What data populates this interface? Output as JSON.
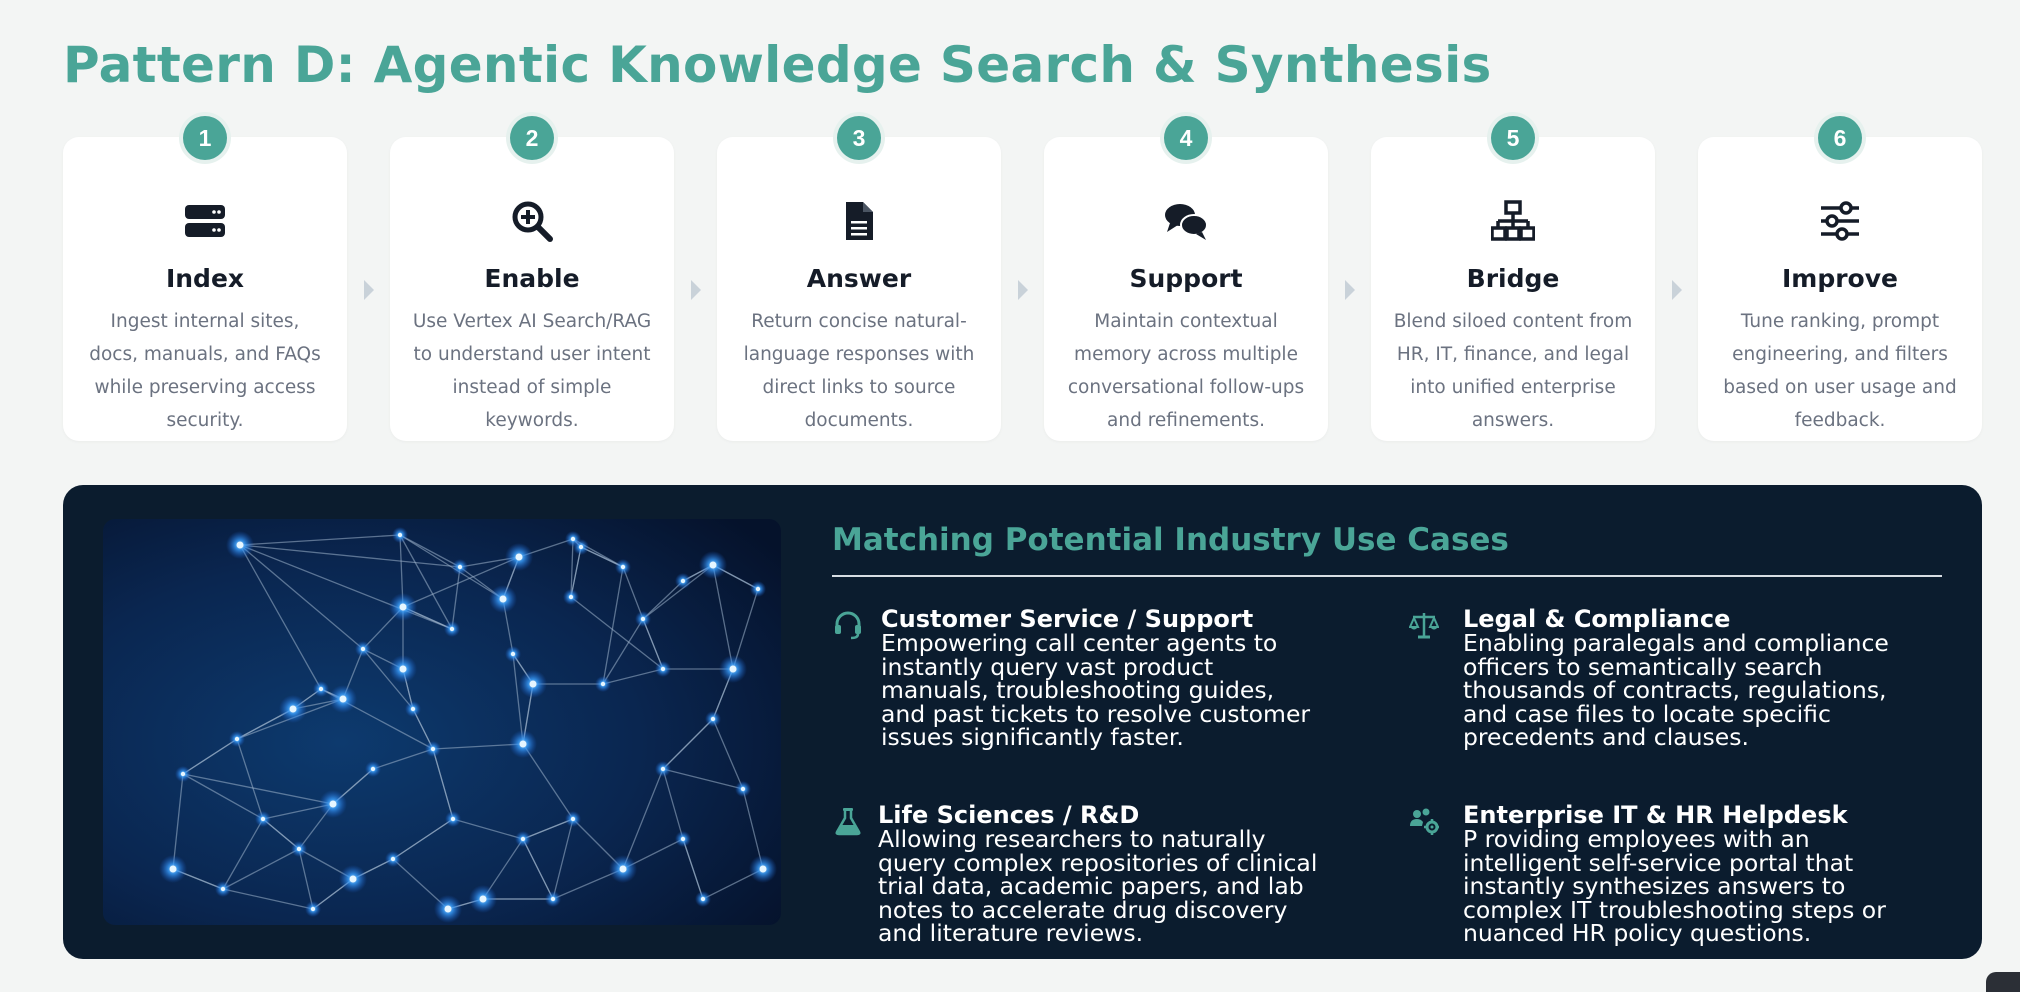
{
  "page": {
    "title": "Pattern D: Agentic Knowledge Search & Synthesis"
  },
  "colors": {
    "accent": "#4aa597",
    "panel_bg": "#0b1c2e",
    "card_bg": "#ffffff",
    "page_bg": "#f3f5f4"
  },
  "steps": [
    {
      "num": "1",
      "icon": "server-icon",
      "title": "Index",
      "desc": "Ingest internal sites, docs, manuals, and FAQs while preserving access security."
    },
    {
      "num": "2",
      "icon": "search-plus-icon",
      "title": "Enable",
      "desc": "Use Vertex AI Search/RAG to understand user intent instead of simple keywords."
    },
    {
      "num": "3",
      "icon": "document-icon",
      "title": "Answer",
      "desc": "Return concise natural-language responses with direct links to source documents."
    },
    {
      "num": "4",
      "icon": "chat-bubbles-icon",
      "title": "Support",
      "desc": "Maintain contextual memory across multiple conversational follow-ups and refinements."
    },
    {
      "num": "5",
      "icon": "network-tree-icon",
      "title": "Bridge",
      "desc": "Blend siloed content from HR, IT, finance, and legal into unified enterprise answers."
    },
    {
      "num": "6",
      "icon": "sliders-icon",
      "title": "Improve",
      "desc": "Tune ranking, prompt engineering, and filters based on user usage and feedback."
    }
  ],
  "use_cases": {
    "heading": "Matching Potential Industry Use Cases",
    "items": [
      {
        "icon": "headset-icon",
        "title": "Customer Service / Support",
        "desc": " Empowering call center agents to instantly query vast product manuals, troubleshooting guides, and past tickets to resolve customer issues significantly faster."
      },
      {
        "icon": "scale-icon",
        "title": "Legal & Compliance",
        "desc": " Enabling paralegals and compliance officers to semantically search thousands of contracts, regulations, and case files to locate specific precedents and clauses."
      },
      {
        "icon": "flask-icon",
        "title": "Life Sciences / R&D",
        "desc": " Allowing researchers to naturally query complex repositories of clinical trial data, academic papers, and lab notes to accelerate drug discovery and literature reviews."
      },
      {
        "icon": "users-gear-icon",
        "title": "Enterprise IT & HR Helpdesk",
        "desc": "P roviding employees with an intelligent self-service portal that instantly synthesizes answers to complex IT troubleshooting steps or nuanced HR policy questions."
      }
    ]
  }
}
